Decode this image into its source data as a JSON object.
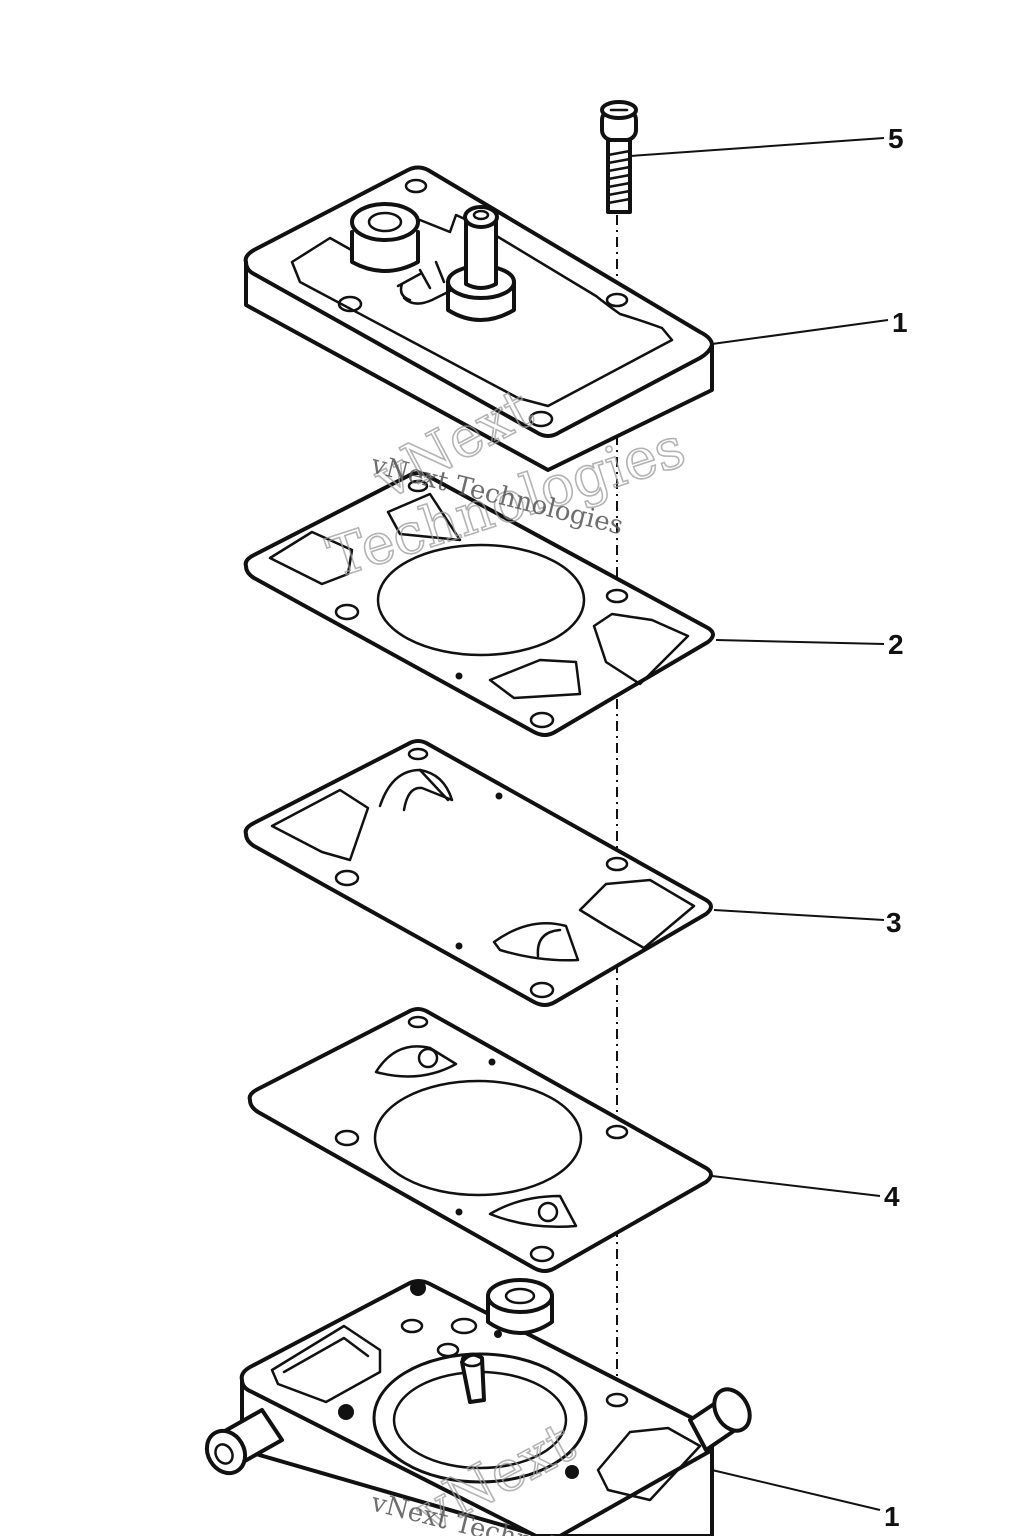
{
  "callouts": {
    "screw": "5",
    "top_cover": "1",
    "gasket_upper": "2",
    "diaphragm_valve": "3",
    "diaphragm_lower": "4",
    "pump_body": "1"
  },
  "watermark": {
    "line1": "vNext",
    "line2": "Technologies",
    "caption": "vNext Technologies"
  }
}
